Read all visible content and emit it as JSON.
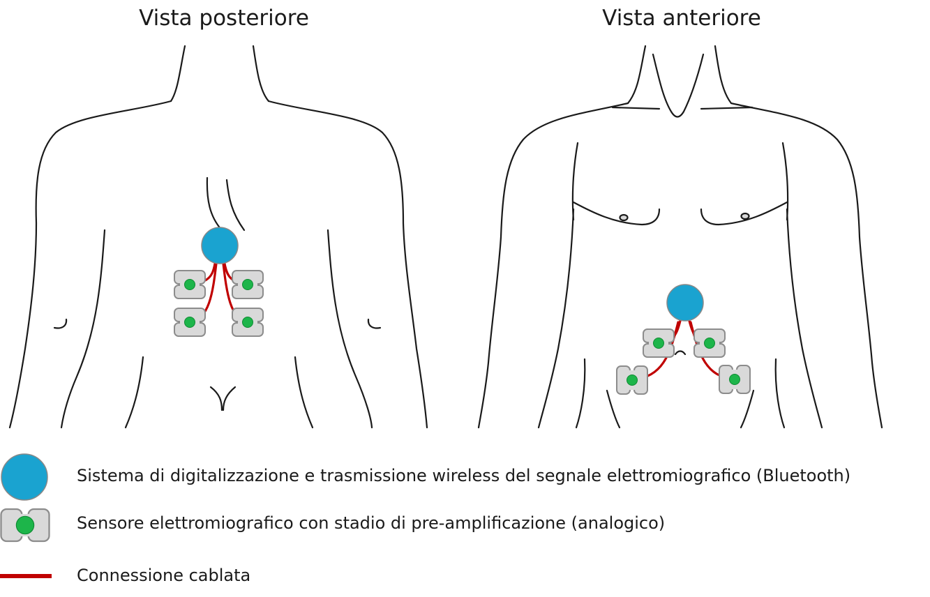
{
  "views": {
    "posterior_title": "Vista posteriore",
    "anterior_title": "Vista anteriore"
  },
  "legend": {
    "hub_label": "Sistema di digitalizzazione e trasmissione wireless del segnale  elettromiografico (Bluetooth)",
    "sensor_label": "Sensore elettromiografico con stadio di pre-amplificazione (analogico)",
    "wire_label": "Connessione cablata"
  },
  "colors": {
    "hub": "#1aa3d0",
    "sensor_pad": "#d9d9d9",
    "sensor_dot": "#1db54a",
    "wire": "#c00000",
    "outline": "#1a1a1a"
  }
}
